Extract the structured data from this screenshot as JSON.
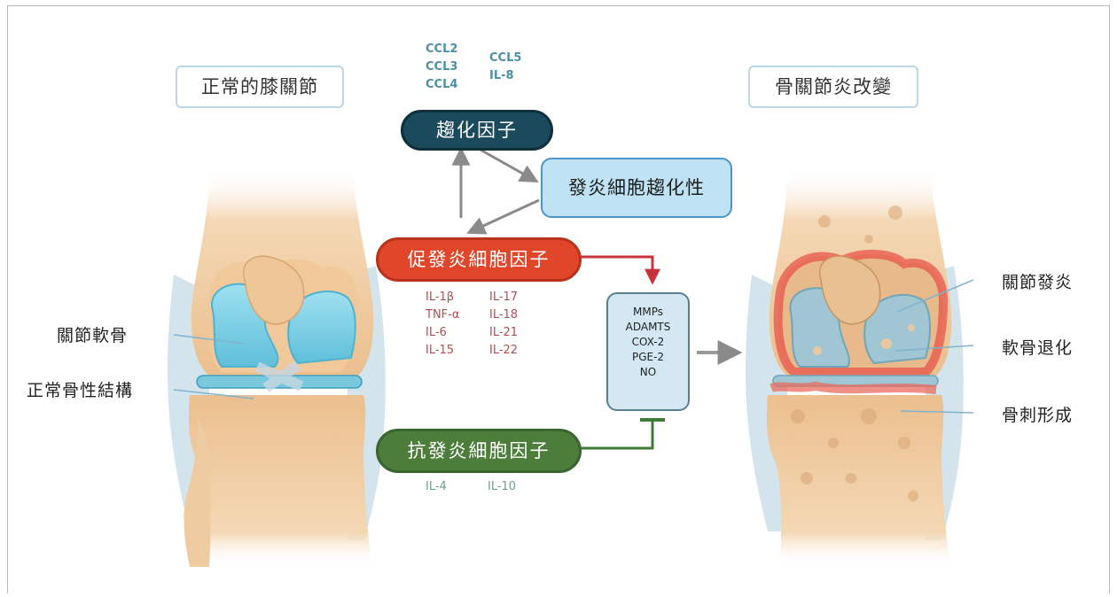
{
  "titles": {
    "normal_knee": "正常的膝關節",
    "osteoarthritis": "骨關節炎改變"
  },
  "chemokines": {
    "label": "趨化因子",
    "items_left": [
      "CCL2",
      "CCL3",
      "CCL4"
    ],
    "items_right": [
      "CCL5",
      "IL-8"
    ]
  },
  "chemotaxis_label": "發炎細胞趨化性",
  "pro_inflammatory": {
    "label": "促發炎細胞因子",
    "items_left": [
      "IL-1β",
      "TNF-α",
      "IL-6",
      "IL-15"
    ],
    "items_right": [
      "IL-17",
      "IL-18",
      "IL-21",
      "IL-22"
    ]
  },
  "anti_inflammatory": {
    "label": "抗發炎細胞因子",
    "items_left": [
      "IL-4"
    ],
    "items_right": [
      "IL-10"
    ]
  },
  "mediators": [
    "MMPs",
    "ADAMTS",
    "COX-2",
    "PGE-2",
    "NO"
  ],
  "left_callouts": {
    "cartilage": "關節軟骨",
    "bone": "正常骨性結構"
  },
  "right_callouts": {
    "inflammation": "關節發炎",
    "cartilage_degeneration": "軟骨退化",
    "osteophyte": "骨刺形成"
  },
  "colors": {
    "chemokine_pill": "#1b4a5c",
    "pro_pill": "#e0462a",
    "anti_pill": "#4c7d3a",
    "chemotaxis_box": "#bfe2f4",
    "cartilage": "#7fd0e6",
    "bone": "#f2cfa6",
    "inflamed": "#e8544a"
  }
}
